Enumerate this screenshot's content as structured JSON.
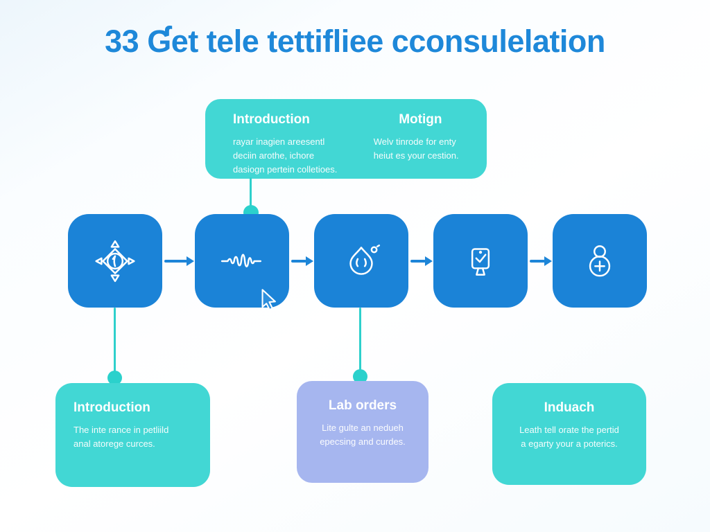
{
  "title": "33 Ɠet tele tettifliee cconsulelation",
  "colors": {
    "title_text": "#1e88d9",
    "step_square": "#1b83d7",
    "teal_callout": "#42d7d4",
    "periwinkle_callout": "#a6b6ef",
    "connector": "#2ed0cc",
    "arrow": "#1d85d8",
    "background": "#f8fcfe",
    "icon_stroke": "#ffffff"
  },
  "top_callout": {
    "columns": [
      {
        "heading": "Introduction",
        "body": "rayar inagien areesentl\ndeciin arothe, ichore\ndasiogn pertein colletioes."
      },
      {
        "heading": "Motign",
        "body": "Welv tinrode for enty\nheiut es your cestion."
      }
    ]
  },
  "steps": [
    {
      "icon": "navigation-compass-icon"
    },
    {
      "icon": "waveform-icon"
    },
    {
      "icon": "sample-droplet-icon"
    },
    {
      "icon": "monitor-check-icon"
    },
    {
      "icon": "add-person-icon"
    }
  ],
  "bottom_callouts": [
    {
      "heading": "Introduction",
      "body": "The inte rance in petliild\nanal atorege curces."
    },
    {
      "heading": "Lab orders",
      "body": "Lite gulte an nedueh\nepecsing and curdes."
    },
    {
      "heading": "Induach",
      "body": "Leath tell orate the pertid\na egarty your a poterics."
    }
  ],
  "cursor_icon": "arrow-pointer-cursor"
}
